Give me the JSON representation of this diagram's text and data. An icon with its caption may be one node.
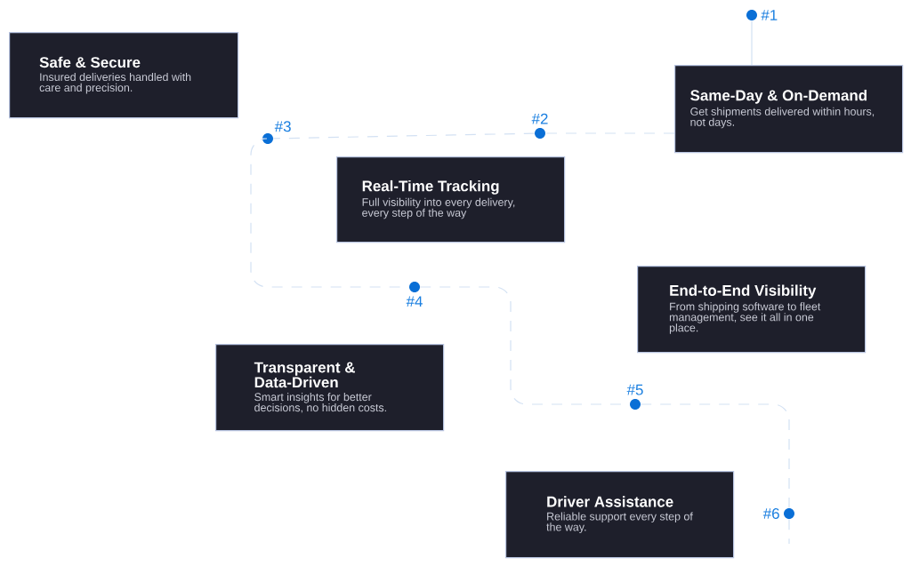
{
  "diagram": {
    "nodes": [
      {
        "text": [
          "Safe & Secure",
          "Insured deliveries handled with care and precision."
        ]
      },
      {
        "text": [
          "Same-Day & On-Demand",
          "Get shipments delivered within hours, not days."
        ]
      },
      {
        "text": [
          "Real-Time Tracking",
          "Full visibility into every delivery, every step of the way"
        ]
      },
      {
        "text": [
          "End-to-End Visibility",
          "From shipping software to fleet management, see it all in one place."
        ]
      },
      {
        "text": [
          "Transparent & Data-Driven",
          "Smart insights for better decisions, no hidden costs."
        ]
      },
      {
        "text": [
          "Driver Assistance",
          "Reliable support every step of the way."
        ]
      },
      {
        "text": [],
        "shape": "circle",
        "beside": [
          "#1"
        ]
      },
      {
        "text": [],
        "shape": "circle",
        "beside": [
          "#2"
        ]
      },
      {
        "text": [],
        "shape": "circle",
        "beside": [
          "#3"
        ]
      },
      {
        "text": [],
        "shape": "circle",
        "beside": [
          "#4"
        ]
      },
      {
        "text": [],
        "shape": "circle",
        "beside": [
          "#5"
        ]
      },
      {
        "text": [],
        "shape": "circle",
        "beside": [
          "#6"
        ]
      }
    ],
    "edges": [
      {
        "from": 6,
        "to": 1,
        "arrow": "none"
      },
      {
        "from": 1,
        "to": 7,
        "arrow": "none",
        "style": "dashed"
      },
      {
        "from": 7,
        "to": 8,
        "arrow": "none",
        "style": "dashed"
      },
      {
        "from": 8,
        "to": 9,
        "arrow": "none",
        "style": "dashed"
      },
      {
        "from": 9,
        "to": 10,
        "arrow": "none",
        "style": "dashed"
      },
      {
        "from": 10,
        "to": 11,
        "arrow": "none",
        "style": "dashed"
      },
      {
        "from": 11,
        "to": null,
        "arrow": "none",
        "style": "dashed"
      }
    ]
  }
}
